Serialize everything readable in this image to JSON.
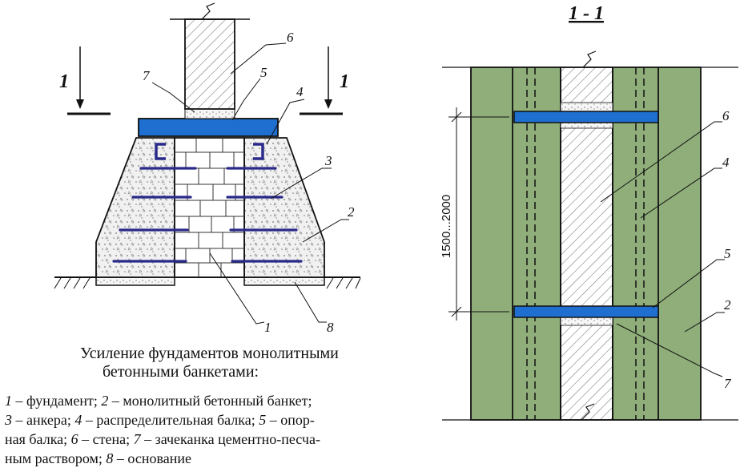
{
  "caption": {
    "line1": "Усиление фундаментов монолитными",
    "line2": "бетонными банкетами:"
  },
  "legend": {
    "line1": {
      "n1": "1",
      "t1": " – фундамент; ",
      "n2": "2",
      "t2": " – монолитный бетонный банкет;"
    },
    "line2": {
      "n1": "3",
      "t1": " – анкера; ",
      "n2": "4",
      "t2": " – распределительная балка; ",
      "n3": "5",
      "t3": " – опор-"
    },
    "line3": {
      "t0": "ная балка; ",
      "n1": "6",
      "t1": " – стена; ",
      "n2": "7",
      "t2": " – зачеканка цементно-песча-"
    },
    "line4": {
      "t0": "ным раствором; ",
      "n1": "8",
      "t1": " – основание"
    }
  },
  "left_view": {
    "section_mark_left": "1",
    "section_mark_right": "1",
    "callouts": [
      "1",
      "2",
      "3",
      "4",
      "5",
      "6",
      "7",
      "8"
    ]
  },
  "right_view": {
    "title": "1 - 1",
    "dimension": "1500...2000",
    "callouts": [
      "2",
      "4",
      "5",
      "6",
      "7"
    ]
  },
  "colors": {
    "beam_blue": "#1f6fd1",
    "banquette_green": "#8fae7a",
    "anchor_navy": "#2a2a8a",
    "line": "#111111"
  }
}
